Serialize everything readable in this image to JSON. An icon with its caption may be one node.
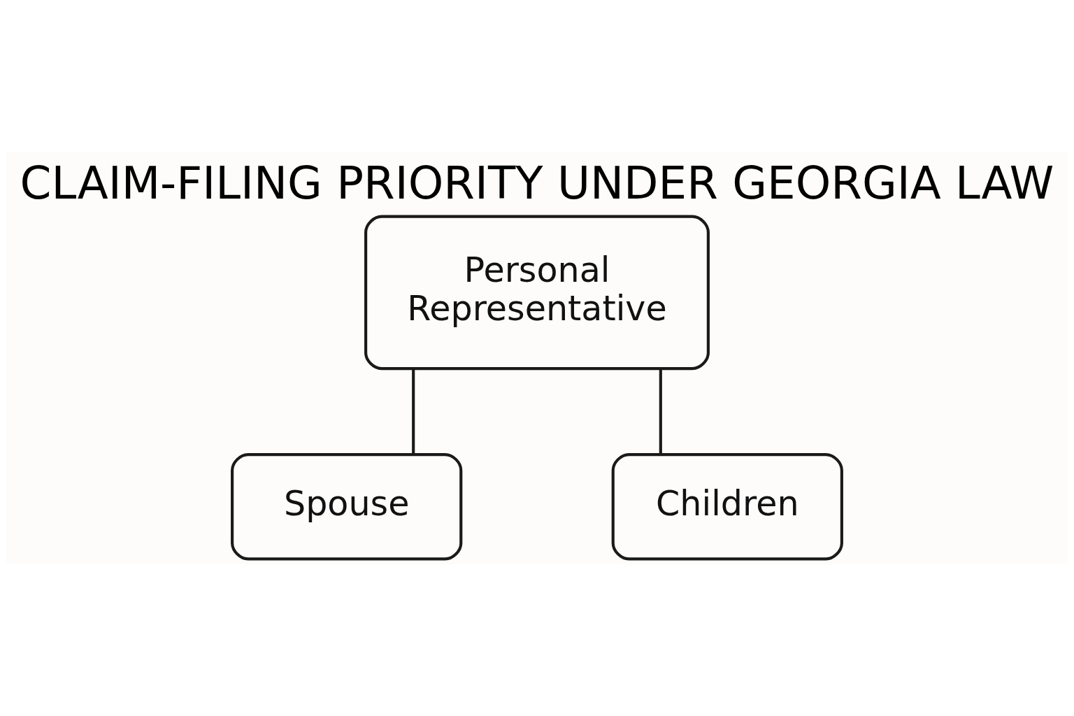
{
  "diagram": {
    "title": "CLAIM-FILING PRIORITY UNDER GEORGIA LAW",
    "nodes": [
      {
        "text": [
          "Personal Representative"
        ]
      },
      {
        "text": [
          "Spouse"
        ]
      },
      {
        "text": [
          "Children"
        ]
      }
    ],
    "edges": [
      {
        "from": 0,
        "to": 1,
        "arrow": "none"
      },
      {
        "from": 0,
        "to": 2,
        "arrow": "none"
      }
    ]
  }
}
